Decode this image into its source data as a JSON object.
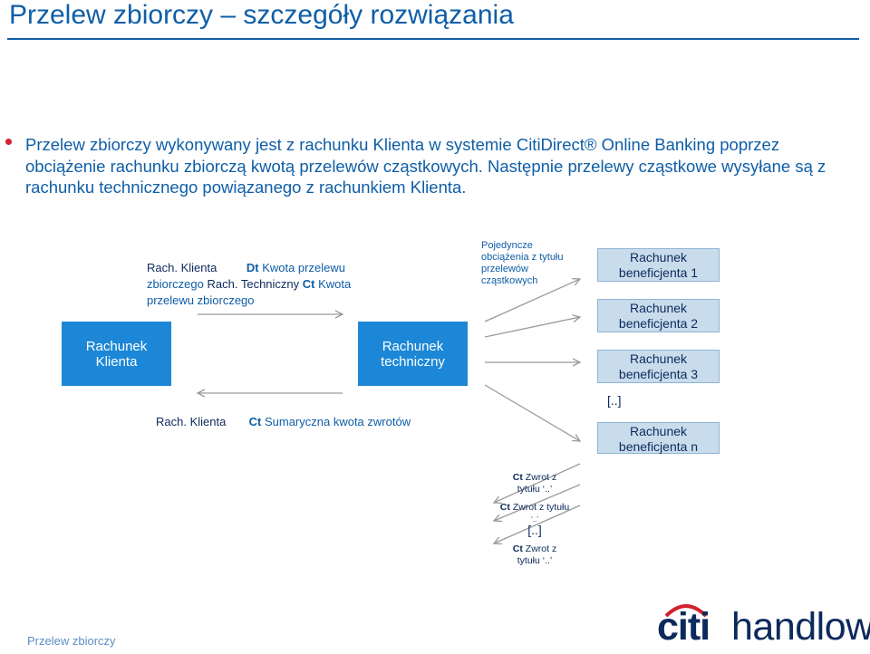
{
  "title": "Przelew zbiorczy – szczegóły rozwiązania",
  "bullet": "Przelew zbiorczy wykonywany jest z rachunku Klienta w systemie CitiDirect® Online Banking poprzez obciążenie rachunku zbiorczą kwotą przelewów cząstkowych. Następnie przelewy cząstkowe wysyłane są z rachunku technicznego powiązanego z rachunkiem Klienta.",
  "boxes": {
    "klienta": "Rachunek Klienta",
    "techniczny": "Rachunek techniczny"
  },
  "beneficiaries": [
    "Rachunek beneficjenta 1",
    "Rachunek beneficjenta 2",
    "Rachunek beneficjenta 3",
    "Rachunek beneficjenta n"
  ],
  "ellipsis": "[..]",
  "top_label": {
    "rach_klienta": "Rach. Klienta",
    "dt": "Dt",
    "kwota_przelewu": "Kwota przelewu",
    "zbiorczego": "zbiorczego",
    "rach_techniczny": "Rach. Techniczny",
    "ct": "Ct",
    "kwota": "Kwota",
    "przelewu_zbiorczego": "przelewu zbiorczego"
  },
  "bottom_label": {
    "rach_klienta": "Rach. Klienta",
    "ct": "Ct",
    "text": "Sumaryczna kwota zwrotów"
  },
  "single_debits": "Pojedyncze obciążenia z tytułu przelewów cząstkowych",
  "returns": [
    {
      "ct": "Ct",
      "line1": "Zwrot  z",
      "line2": "tytułu ‘..’"
    },
    {
      "ct": "Ct",
      "line1": "Zwrot z tytułu",
      "line2": "‘..’"
    },
    {
      "ct": "",
      "line1": "[..]",
      "line2": ""
    },
    {
      "ct": "Ct",
      "line1": "Zwrot z",
      "line2": "tytułu ‘..’"
    }
  ],
  "footer": "Przelew zbiorczy",
  "logo": {
    "citi": "citi",
    "handlowy": "handlowy"
  },
  "colors": {
    "title": "#0f5ea7",
    "box": "#1c87d6",
    "beneficiary_box": "#c9dcec",
    "bullet": "#d3212d",
    "logo": "#0d2a5c"
  }
}
